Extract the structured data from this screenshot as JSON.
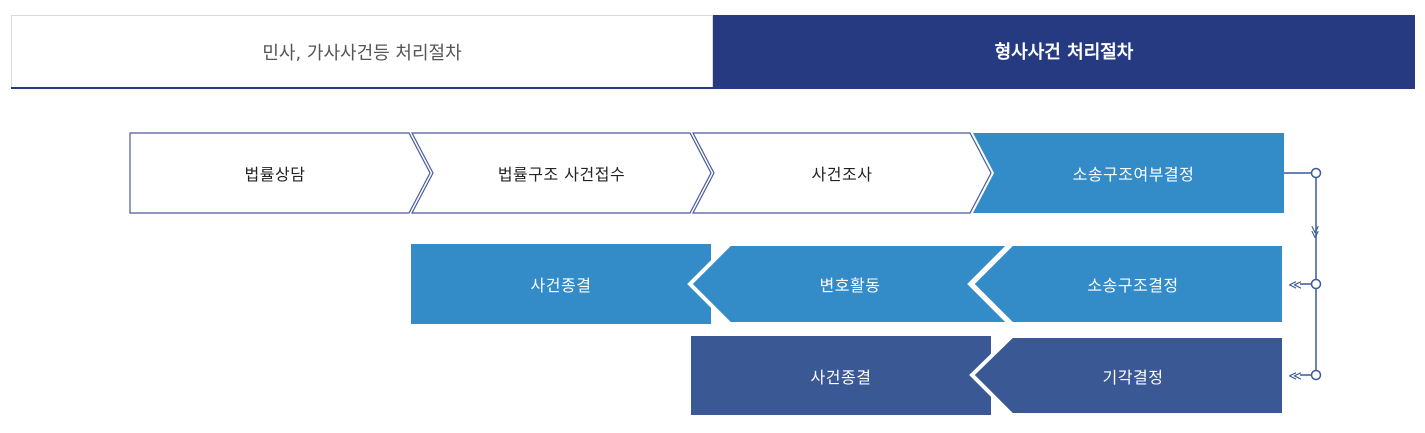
{
  "tabs": {
    "civil": "민사, 가사사건등 처리절차",
    "criminal": "형사사건 처리절차"
  },
  "colors": {
    "navy": "#263a82",
    "blue": "#338bc8",
    "slate": "#3a5894",
    "outline": "#4a5a9a",
    "connector": "#3a5a9a"
  },
  "flow": {
    "row1": [
      "법률상담",
      "법률구조 사건접수",
      "사건조사",
      "소송구조여부결정"
    ],
    "row2": [
      "사건종결",
      "변호활동",
      "소송구조결정"
    ],
    "row3": [
      "사건종결",
      "기각결정"
    ],
    "connector_marks": {
      "down": "≫",
      "left": "≪"
    }
  }
}
